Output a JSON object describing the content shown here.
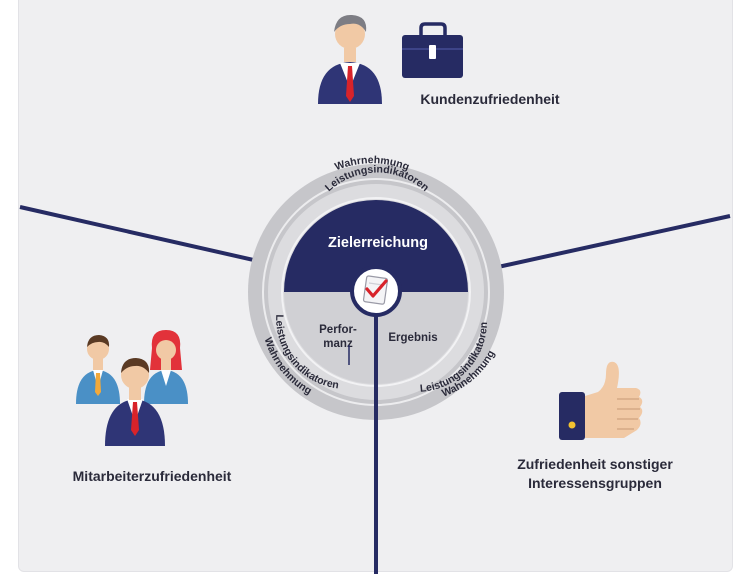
{
  "center": {
    "title": "Zielerreichung",
    "left_label_line1": "Perfor-",
    "left_label_line2": "manz",
    "right_label": "Ergebnis"
  },
  "rings": {
    "outer": "Wahrnehmung",
    "inner": "Leistungsindikatoren",
    "outer_right_variant": "Wahnehmung"
  },
  "groups": {
    "customer": "Kundenzufriedenheit",
    "employee": "Mitarbeiterzufriedenheit",
    "other_line1": "Zufriedenheit sonstiger",
    "other_line2": "Interessensgruppen"
  },
  "colors": {
    "navy": "#262b63",
    "ring_outer": "#c6c6ca",
    "ring_inner": "#dcdcdf",
    "panel": "#efeff1",
    "accent_red": "#d8232a"
  },
  "icons": {
    "customer": "businessman-icon",
    "briefcase": "briefcase-icon",
    "employees": "team-icon",
    "other": "thumbs-up-icon",
    "center": "checklist-icon"
  }
}
